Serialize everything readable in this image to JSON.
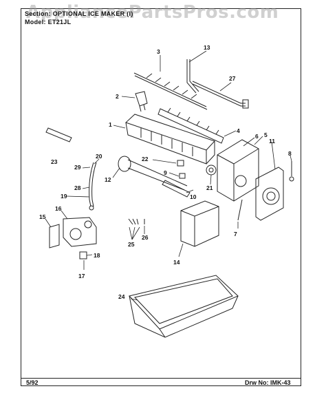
{
  "header": {
    "section_line": "Section: OPTIONAL ICE MAKER (I)",
    "model_line": "Model: ET21JL"
  },
  "watermark": "AppliancePartsPros.com",
  "footer": {
    "date": "5/92",
    "drawing_number": "Drw No: IMK-43"
  },
  "callouts": [
    "1",
    "2",
    "3",
    "4",
    "5",
    "6",
    "7",
    "8",
    "9",
    "10",
    "11",
    "12",
    "13",
    "14",
    "15",
    "16",
    "17",
    "18",
    "19",
    "20",
    "21",
    "22",
    "23",
    "24",
    "25",
    "26",
    "27",
    "28",
    "29"
  ]
}
